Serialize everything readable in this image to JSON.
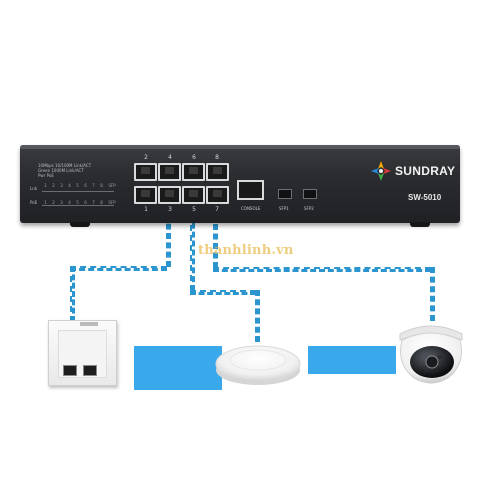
{
  "device": {
    "brand": "SUNDRAY",
    "model": "SW-5010",
    "panel_lines": [
      "10Mbps 10/100M Link/ACT",
      "Green 1000M Link/ACT",
      "Pwr   PoE"
    ],
    "led_labels": {
      "link": "Lnk",
      "poe": "PoE"
    },
    "led_numbers": [
      "1",
      "2",
      "3",
      "4",
      "5",
      "6",
      "7",
      "8",
      "SFP"
    ],
    "ports_top": [
      "2",
      "4",
      "6",
      "8"
    ],
    "ports_bottom": [
      "1",
      "3",
      "5",
      "7"
    ],
    "console_label": "CONSOLE",
    "sfp_labels": [
      "SFP1",
      "SFP2"
    ]
  },
  "watermark": "thanhlinh.vn",
  "devices_connected": [
    {
      "name": "wall-outlet-panel",
      "icon": "wall-outlet-icon"
    },
    {
      "name": "ceiling-access-point",
      "icon": "access-point-icon"
    },
    {
      "name": "dome-camera",
      "icon": "dome-camera-icon"
    }
  ],
  "colors": {
    "cable": "#2b95cf",
    "bar": "#39a9ec",
    "switch_body": "#2a2c30",
    "watermark": "#e8b84a"
  }
}
